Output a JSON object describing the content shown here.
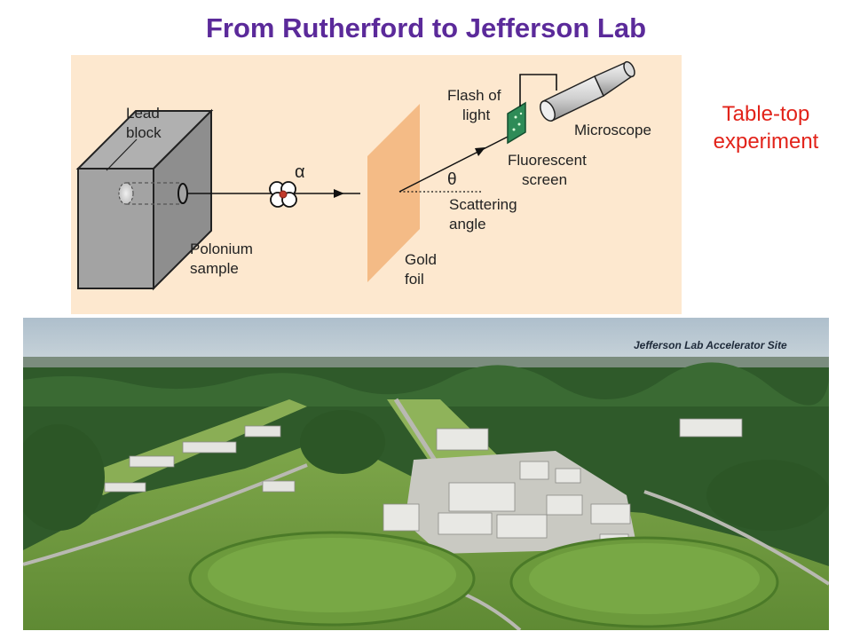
{
  "slide": {
    "title": "From Rutherford to Jefferson Lab",
    "side_label": {
      "line1": "Table-top",
      "line2": "experiment"
    }
  },
  "diagram": {
    "background_color": "#fde8cf",
    "labels": {
      "lead_block_1": "Lead",
      "lead_block_2": "block",
      "polonium_1": "Polonium",
      "polonium_2": "sample",
      "alpha": "α",
      "gold_1": "Gold",
      "gold_2": "foil",
      "theta": "θ",
      "scattering_1": "Scattering",
      "scattering_2": "angle",
      "flash_1": "Flash of",
      "flash_2": "light",
      "fluorescent_1": "Fluorescent",
      "fluorescent_2": "screen",
      "microscope": "Microscope"
    }
  },
  "photo": {
    "caption": "Jefferson Lab Accelerator Site",
    "colors": {
      "sky": "#b9cad6",
      "forest": "#2f5a2a",
      "grass": "#7ea64a",
      "concrete": "#c9c9c2"
    }
  }
}
